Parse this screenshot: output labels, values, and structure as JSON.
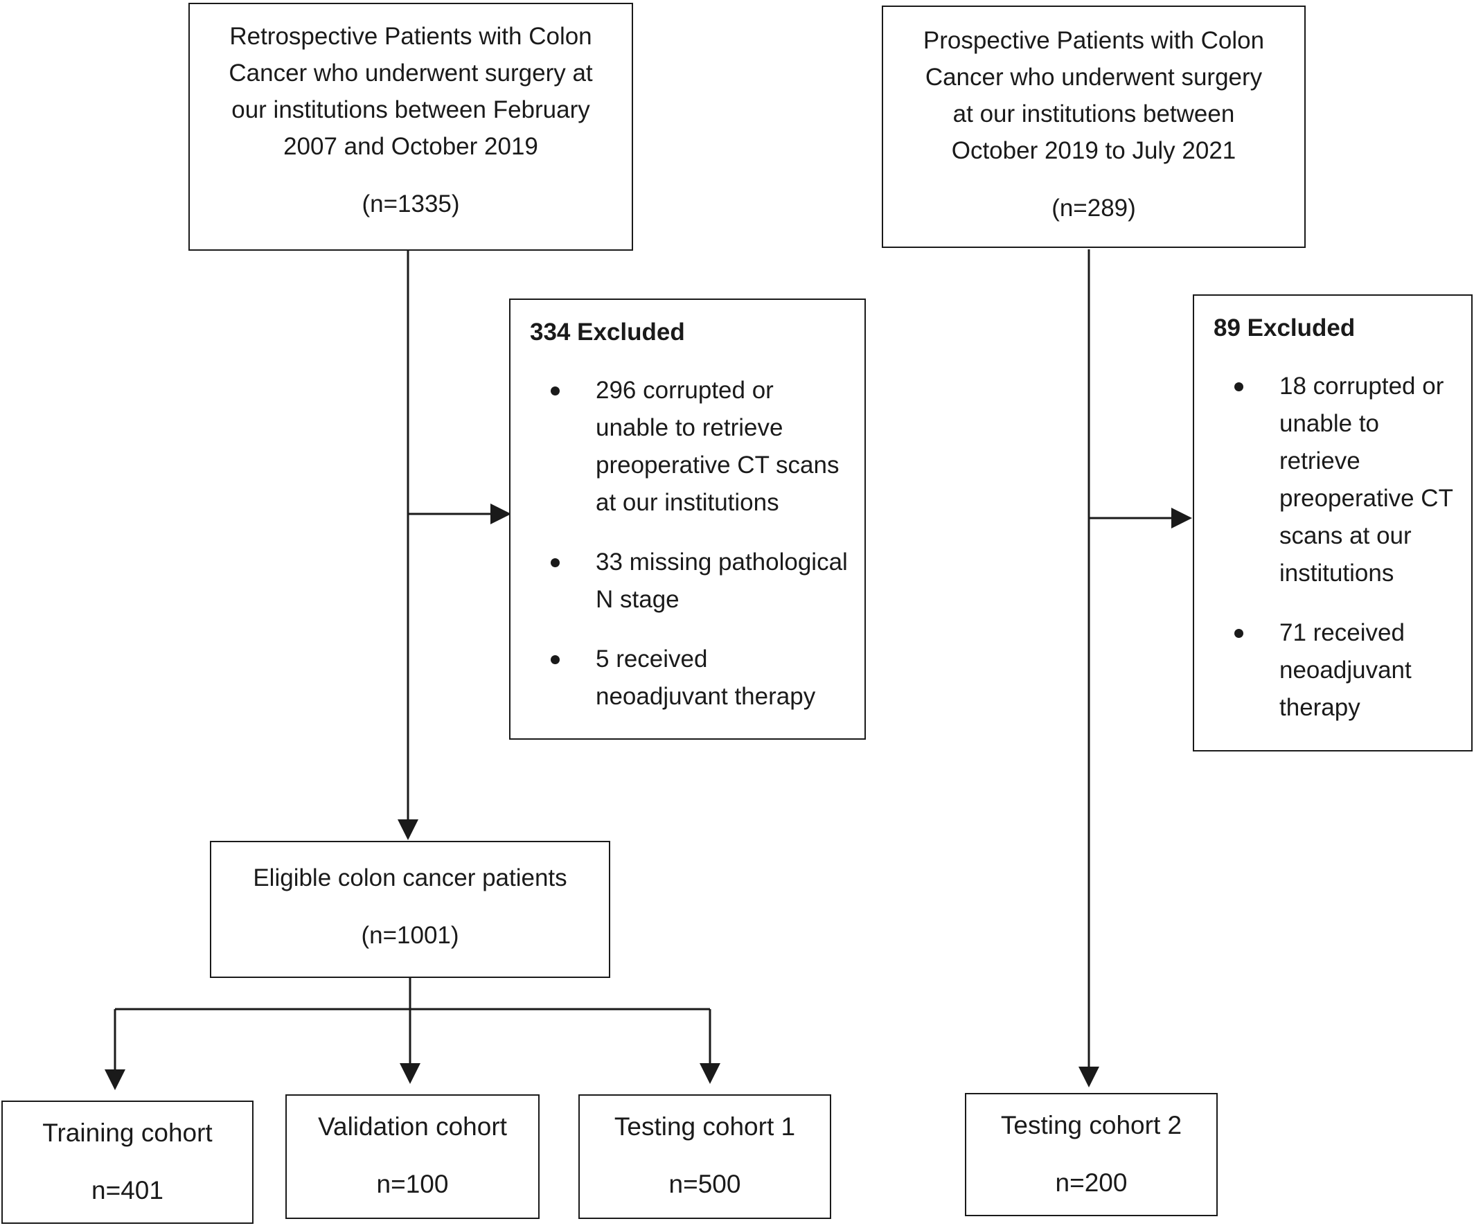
{
  "retrospective": {
    "lines": [
      "Retrospective Patients with Colon",
      "Cancer who underwent surgery at",
      "our institutions between February",
      "2007 and October 2019"
    ],
    "count": "(n=1335)"
  },
  "prospective": {
    "lines": [
      "Prospective Patients with Colon",
      "Cancer who underwent surgery",
      "at our institutions between",
      "October 2019 to July 2021"
    ],
    "count": "(n=289)"
  },
  "excluded_retro": {
    "title": "334 Excluded",
    "items": [
      [
        "296 corrupted or",
        "unable to retrieve",
        "preoperative CT scans",
        "at our institutions"
      ],
      [
        "33 missing pathological",
        "N stage"
      ],
      [
        "5 received",
        "neoadjuvant therapy"
      ]
    ]
  },
  "excluded_pro": {
    "title": "89 Excluded",
    "items": [
      [
        "18 corrupted or",
        "unable to",
        "retrieve",
        "preoperative CT",
        "scans at our",
        "institutions"
      ],
      [
        "71 received",
        "neoadjuvant",
        "therapy"
      ]
    ]
  },
  "eligible": {
    "label": "Eligible colon cancer patients",
    "count": "(n=1001)"
  },
  "cohorts": [
    {
      "label": "Training cohort",
      "n": "n=401"
    },
    {
      "label": "Validation cohort",
      "n": "n=100"
    },
    {
      "label": "Testing cohort 1",
      "n": "n=500"
    },
    {
      "label": "Testing cohort 2",
      "n": "n=200"
    }
  ]
}
